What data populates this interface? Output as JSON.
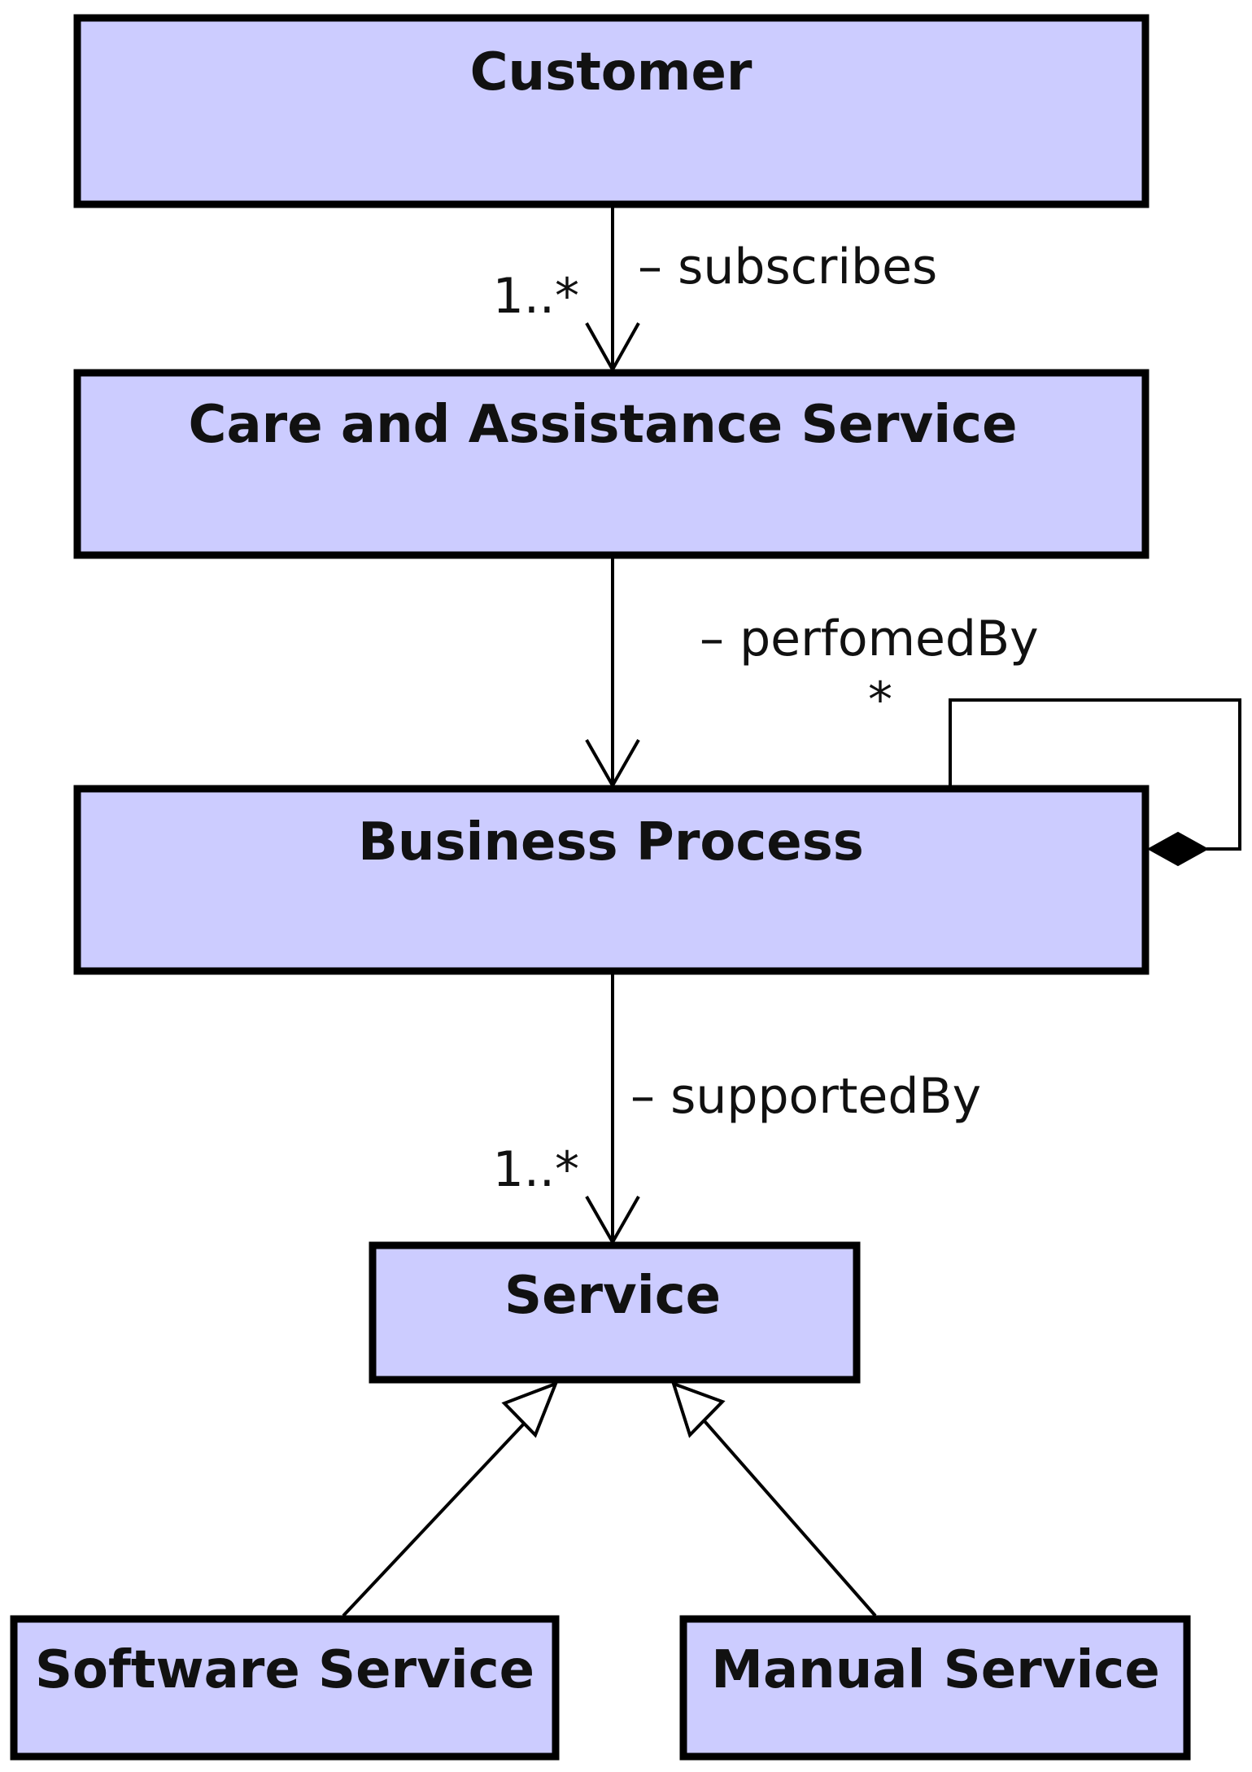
{
  "classes": {
    "customer": "Customer",
    "care_service": "Care and Assistance Service",
    "business_process": "Business Process",
    "service": "Service",
    "software_service": "Software Service",
    "manual_service": "Manual Service"
  },
  "associations": {
    "subscribes": {
      "role": "– subscribes",
      "multiplicity": "1..*"
    },
    "performed_by": {
      "role": "– perfomedBy",
      "multiplicity": "*"
    },
    "supported_by": {
      "role": "– supportedBy",
      "multiplicity": "1..*"
    }
  },
  "colors": {
    "class_fill": "#ccccff",
    "stroke": "#000000"
  }
}
